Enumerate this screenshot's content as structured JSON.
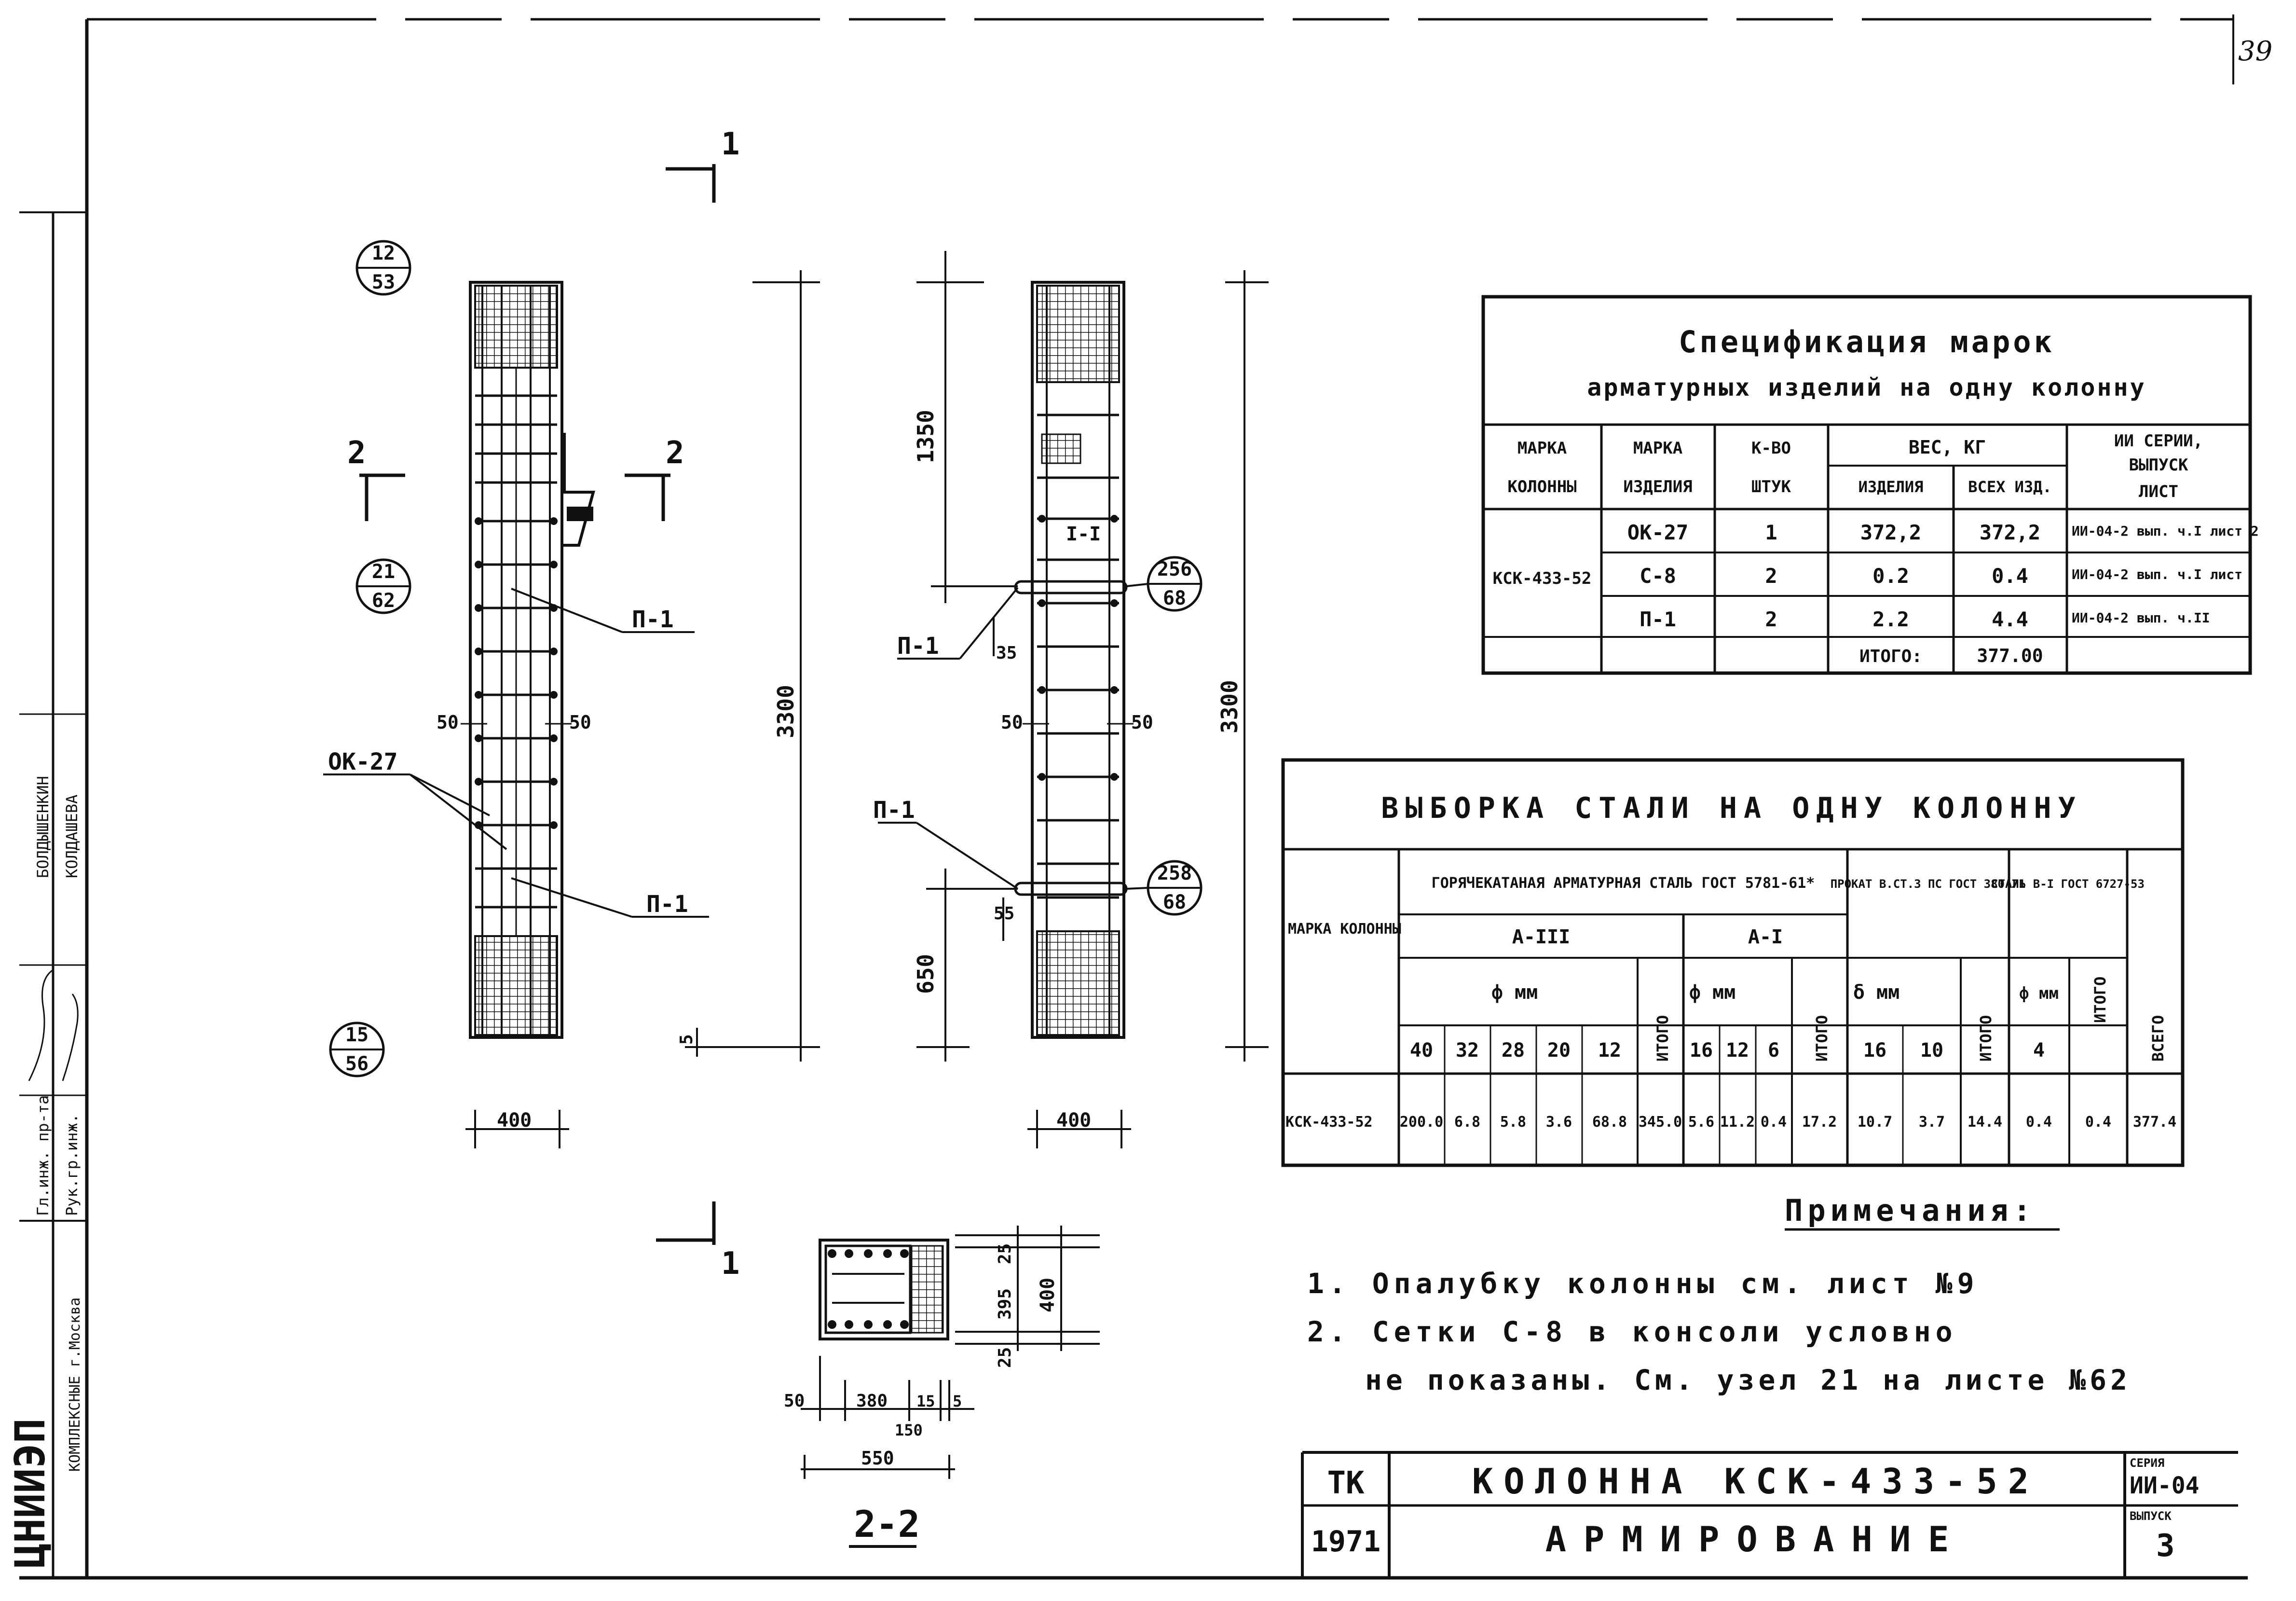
{
  "sheet_number": "39",
  "side_stamp": {
    "org": "ЦНИИЭП",
    "org_sub": "КОМПЛЕКСНЫЕ г.Москва",
    "role1": "Гл.инж. пр-та",
    "role2": "Рук.гр.инж.",
    "name1": "БОЛДЫШЕНКИН",
    "name2": "КОЛДАШЕВА"
  },
  "markers": {
    "m1": {
      "top": "12",
      "bottom": "53"
    },
    "m2": {
      "top": "21",
      "bottom": "62"
    },
    "m3": {
      "top": "15",
      "bottom": "56"
    },
    "m4": {
      "top": "256",
      "bottom": "68"
    },
    "m5": {
      "top": "258",
      "bottom": "68"
    }
  },
  "labels": {
    "cut1": "1",
    "cut2": "2",
    "p1": "П-1",
    "ok27": "ОК-27",
    "i1": "I-I"
  },
  "dims": {
    "d50": "50",
    "d3300": "3300",
    "d1350": "1350",
    "d35": "35",
    "d650": "650",
    "d55": "55",
    "d5": "5",
    "d400": "400",
    "d25": "25",
    "d395": "395",
    "d380": "380",
    "d15": "15",
    "d150": "150",
    "d550": "550"
  },
  "section_label": "2-2",
  "spec_table": {
    "title1": "Спецификация марок",
    "title2": "арматурных изделий на одну колонну",
    "headers": {
      "h1a": "МАРКА",
      "h1b": "КОЛОННЫ",
      "h2a": "МАРКА",
      "h2b": "ИЗДЕЛИЯ",
      "h3a": "К-ВО",
      "h3b": "ШТУК",
      "h4": "ВЕС, КГ",
      "h4a": "ИЗДЕЛИЯ",
      "h4b": "ВСЕХ ИЗД.",
      "h5a": "ИИ СЕРИИ,",
      "h5b": "ВЫПУСК",
      "h5c": "ЛИСТ"
    },
    "column_mark": "КСК-433-52",
    "rows": [
      {
        "item": "ОК-27",
        "qty": "1",
        "w1": "372,2",
        "w2": "372,2",
        "ref": "ИИ-04-2 вып. ч.I лист 2"
      },
      {
        "item": "С-8",
        "qty": "2",
        "w1": "0.2",
        "w2": "0.4",
        "ref": "ИИ-04-2 вып. ч.I лист"
      },
      {
        "item": "П-1",
        "qty": "2",
        "w1": "2.2",
        "w2": "4.4",
        "ref": "ИИ-04-2 вып. ч.II"
      }
    ],
    "total_label": "ИТОГО:",
    "total_value": "377.00"
  },
  "steel_table": {
    "title": "ВЫБОРКА СТАЛИ НА ОДНУ КОЛОННУ",
    "hot_rolled": "ГОРЯЧЕКАТАНАЯ АРМАТУРНАЯ СТАЛЬ ГОСТ 5781-61*",
    "rolled": "ПРОКАТ В.СТ.3 ПС ГОСТ 380-71",
    "wire": "СТАЛЬ В-I ГОСТ 6727-53",
    "mark_header": "МАРКА КОЛОННЫ",
    "class_a3": "А-III",
    "class_a1": "А-I",
    "phi_mm": "ф мм",
    "delta_mm": "δ мм",
    "itogo": "ИТОГО",
    "vsego": "ВСЕГО",
    "sizes_a3": [
      "40",
      "32",
      "28",
      "20",
      "12"
    ],
    "sizes_a1": [
      "16",
      "12",
      "6"
    ],
    "sizes_rolled": [
      "16",
      "10"
    ],
    "size_wire": "4",
    "row_mark": "КСК-433-52",
    "row_values": [
      "200.0",
      "6.8",
      "5.8",
      "3.6",
      "68.8",
      "345.0",
      "5.6",
      "11.2",
      "0.4",
      "17.2",
      "10.7",
      "3.7",
      "14.4",
      "0.4",
      "0.4",
      "377.4"
    ]
  },
  "notes": {
    "title": "Примечания:",
    "n1": "1. Опалубку колонны см. лист №9",
    "n2": "2. Сетки С-8 в консоли условно",
    "n3": "не показаны. См. узел 21 на листе №62"
  },
  "title_block": {
    "code": "ТК",
    "year": "1971",
    "name": "КОЛОННА КСК-433-52",
    "subtitle": "АРМИРОВАНИЕ",
    "series_label": "СЕРИЯ",
    "series_value": "ИИ-04",
    "issue_label": "ВЫПУСК",
    "issue_value": "3"
  }
}
